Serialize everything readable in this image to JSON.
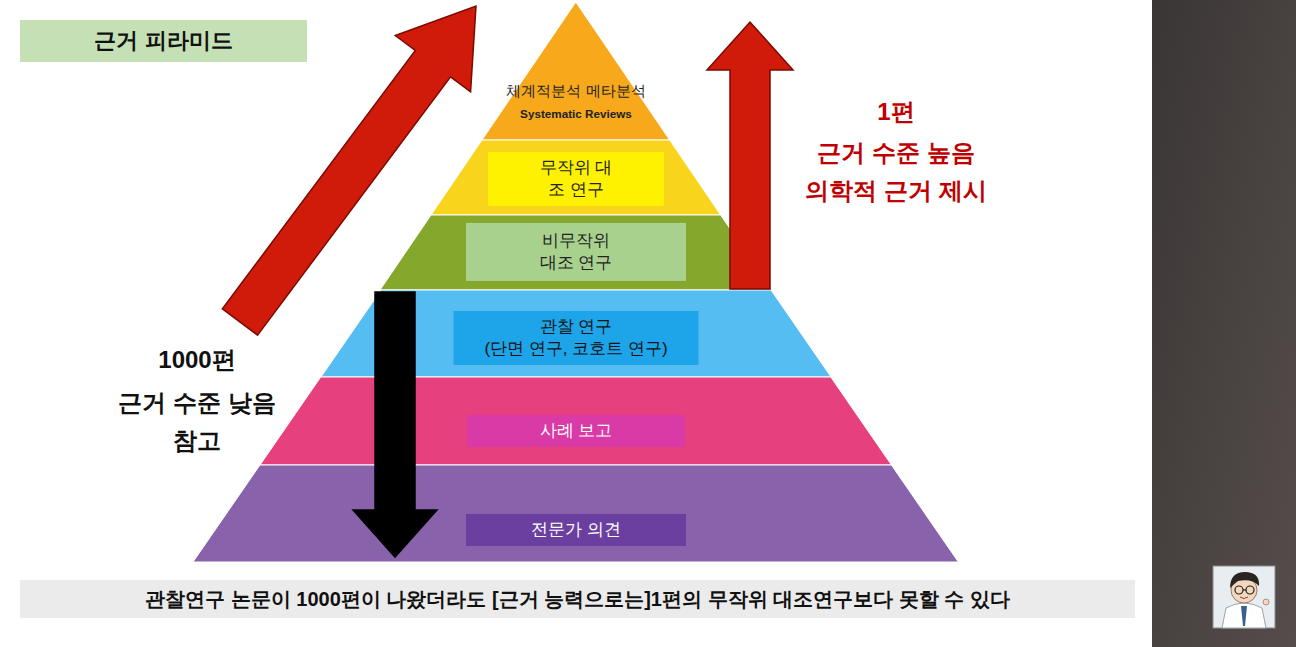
{
  "diagram": {
    "title": "근거 피라미드",
    "caption": "관찰연구 논문이 1000편이 나왔더라도 [근거 능력으로는]1편의 무작위 대조연구보다 못할 수 있다",
    "nodes": [
      {
        "text": [
          "체계적분석 메타분석",
          "Systematic Reviews"
        ]
      },
      {
        "text": [
          "무작위 대조 연구"
        ]
      },
      {
        "text": [
          "비무작위 대조 연구"
        ]
      },
      {
        "text": [
          "관찰 연구",
          "(단면 연구, 코호트 연구)"
        ]
      },
      {
        "text": [
          "사례 보고"
        ]
      },
      {
        "text": [
          "전문가 의견"
        ]
      }
    ],
    "labels": [
      "1000편",
      "근거 수준 낮음",
      "참고",
      "1편",
      "근거 수준 높음",
      "의학적 근거 제시"
    ]
  }
}
